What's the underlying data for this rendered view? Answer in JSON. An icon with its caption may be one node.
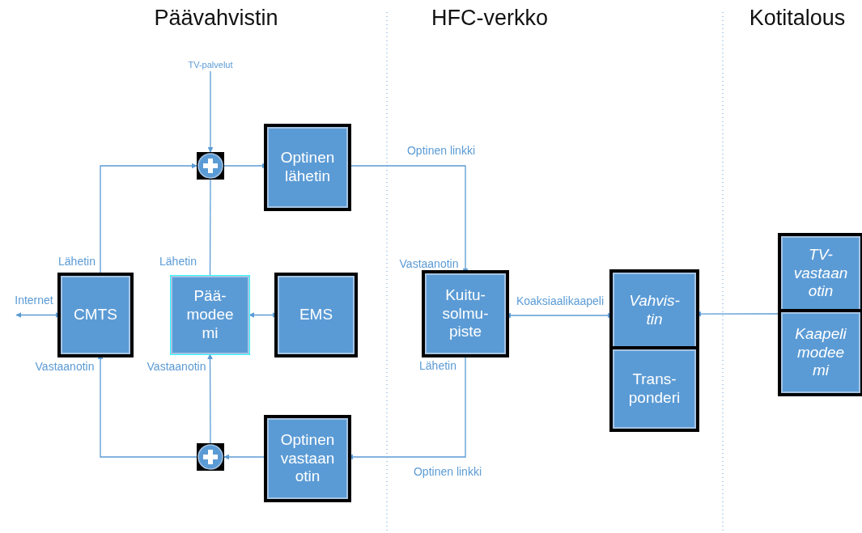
{
  "diagram": {
    "nodes": [
      {
        "text": [
          "TV-palvelut"
        ]
      },
      {
        "text": [],
        "shape": "circle"
      },
      {
        "text": [
          "Optinen lähetin"
        ]
      },
      {
        "text": [
          "CMTS"
        ]
      },
      {
        "text": [
          "Pää- modee mi"
        ]
      },
      {
        "text": [
          "EMS"
        ]
      },
      {
        "text": [],
        "shape": "circle"
      },
      {
        "text": [
          "Optinen vastaan otin"
        ]
      },
      {
        "text": [
          "Kuitu- solmu- piste"
        ]
      },
      {
        "text": [
          "Vahvis- tin"
        ]
      },
      {
        "text": [
          "Trans- ponderi"
        ]
      },
      {
        "text": [
          "TV- vastaan otin"
        ]
      },
      {
        "text": [
          "Kaapeli modee mi"
        ]
      }
    ],
    "edges": [
      {
        "from": 0,
        "to": 1,
        "arrow": "to"
      },
      {
        "from": 3,
        "to": 1,
        "arrow": "to"
      },
      {
        "from": 4,
        "to": 1,
        "arrow": "none"
      },
      {
        "from": 1,
        "to": 2,
        "arrow": "to"
      },
      {
        "from": 2,
        "to": 8,
        "arrow": "to",
        "label": "Optinen linkki"
      },
      {
        "from": 8,
        "to": 7,
        "arrow": "to",
        "label": "Optinen linkki"
      },
      {
        "from": 7,
        "to": 6,
        "arrow": "to"
      },
      {
        "from": 6,
        "to": 3,
        "arrow": "to"
      },
      {
        "from": 6,
        "to": 4,
        "arrow": "to"
      },
      {
        "from": 4,
        "to": 5,
        "arrow": "both"
      },
      {
        "from": 8,
        "to": 9,
        "arrow": "both",
        "label": "Koaksiaalikaapeli"
      },
      {
        "from": 12,
        "to": 9,
        "arrow": "to"
      },
      {
        "from": 3,
        "to": null,
        "arrow": "both",
        "label": "Internet"
      }
    ],
    "labels": [
      "Päävahvistin",
      "HFC-verkko",
      "Kotitalous",
      "Lähetin",
      "Lähetin",
      "Vastaanotin",
      "Vastaanotin",
      "Vastaanotin",
      "Lähetin"
    ]
  }
}
